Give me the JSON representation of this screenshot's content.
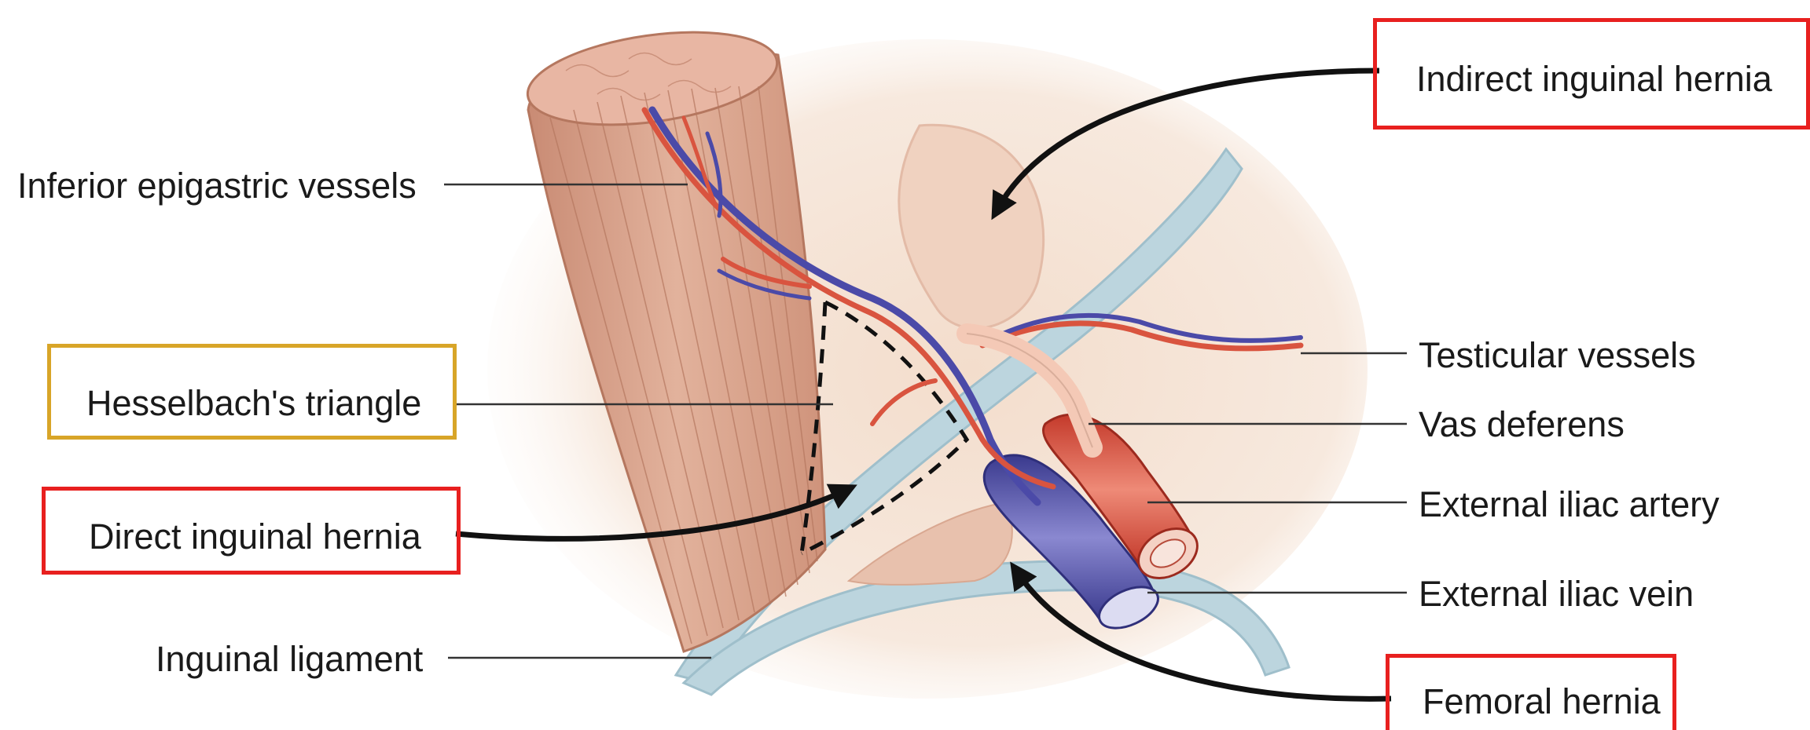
{
  "labels": {
    "indirect_hernia": "Indirect inguinal hernia",
    "inferior_epigastric": "Inferior epigastric vessels",
    "testicular_vessels": "Testicular vessels",
    "hesselbach": "Hesselbach's triangle",
    "vas_deferens": "Vas deferens",
    "ext_iliac_artery": "External iliac artery",
    "direct_hernia": "Direct inguinal hernia",
    "ext_iliac_vein": "External iliac vein",
    "inguinal_ligament": "Inguinal ligament",
    "femoral_hernia": "Femoral hernia"
  },
  "colors": {
    "highlight_red": "#e8201f",
    "highlight_gold": "#d8a528",
    "artery": "#d9543f",
    "vein": "#4b4aa8",
    "muscle": "#d9a58f",
    "ligament": "#b9d3dc",
    "vas": "#f4c9b6"
  }
}
